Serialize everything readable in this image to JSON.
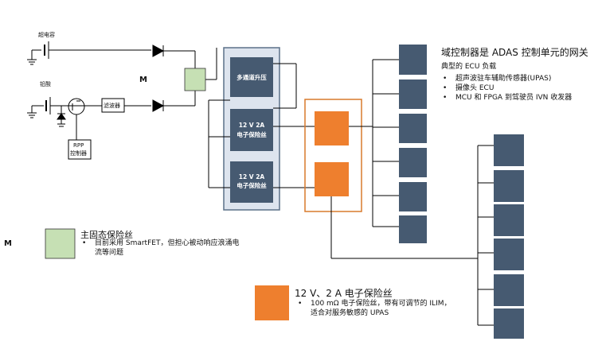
{
  "left_circuit": {
    "supercap_label": "超电容",
    "lead_acid_label": "铅酸",
    "filter_label": "滤波器",
    "rpp_label": "RPP",
    "rpp_sub_label": "控制器",
    "m_marker_top": "M",
    "m_marker_left": "M"
  },
  "pdu": {
    "boost_label": "多通道升压",
    "fuse1_lines": [
      "12 V 2A",
      "电子保险丝"
    ],
    "fuse2_lines": [
      "12 V 2A",
      "电子保险丝"
    ]
  },
  "domain_controller": {
    "title": "域控制器是 ADAS 控制单元的网关",
    "ecu_heading": "典型的 ECU 负载",
    "ecu_loads": [
      "超声波驻车辅助传感器(UPAS)",
      "摄像头 ECU",
      "MCU 和 FPGA 到驾驶员 IVN 收发器"
    ]
  },
  "legend": {
    "main_fuse_title": "主固态保险丝",
    "main_fuse_note": "目前采用 SmartFET，但担心被动响应浪涌电流等问题",
    "efuse_title": "12 V、2 A 电子保险丝",
    "efuse_note": "100 mΩ 电子保险丝，带有可调节的 ILIM，适合对服务敏感的 UPAS"
  },
  "colors": {
    "pdu_fill": "#dde4ee",
    "pdu_border": "#5b7088",
    "dark_block": "#465a71",
    "orange": "#ee7f2e",
    "orange_border": "#d97a2c",
    "green": "#c6e0b4"
  }
}
